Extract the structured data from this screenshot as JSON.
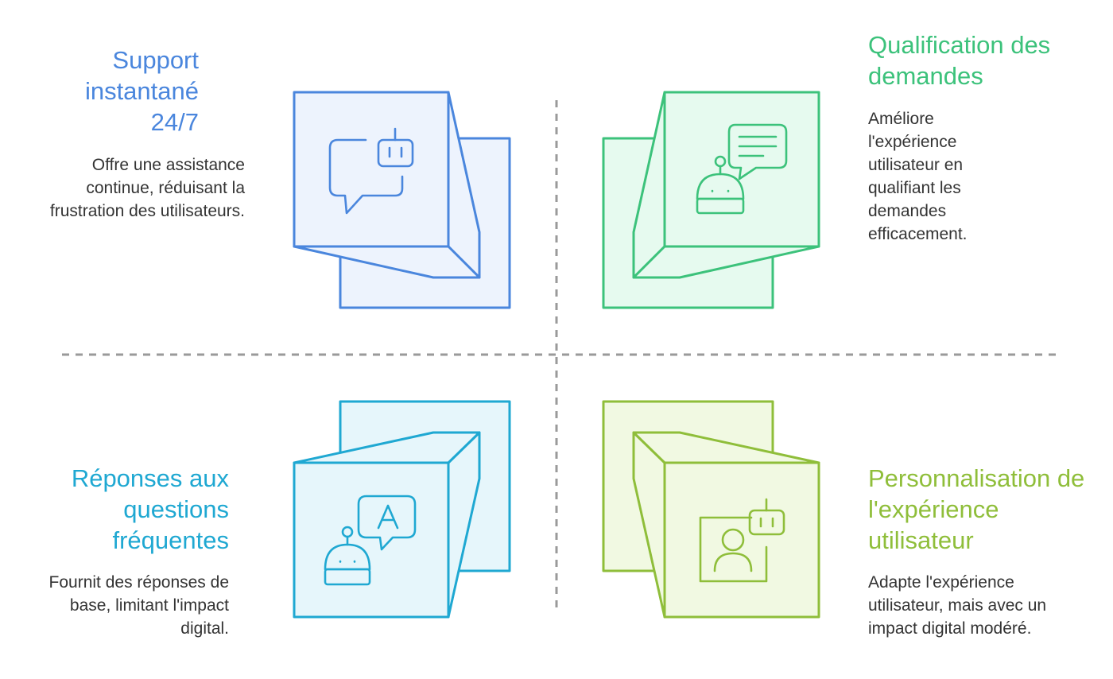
{
  "quadrants": [
    {
      "id": "support",
      "title": "Support instantané 24/7",
      "description": "Offre une assistance continue, réduisant la frustration des utilisateurs.",
      "icon": "chatbot-speech-bubble-icon",
      "color": "#4a86dd"
    },
    {
      "id": "qualification",
      "title": "Qualification des demandes",
      "description": "Améliore l'expérience utilisateur en qualifiant les demandes efficacement.",
      "icon": "robot-chat-message-icon",
      "color": "#3cc27b"
    },
    {
      "id": "faq",
      "title": "Réponses aux questions fréquentes",
      "description": "Fournit des réponses de base, limitant l'impact digital.",
      "icon": "robot-answer-bubble-icon",
      "color": "#1fa8d2"
    },
    {
      "id": "personalisation",
      "title": "Personnalisation de l'expérience utilisateur",
      "description": "Adapte l'expérience utilisateur, mais avec un impact digital modéré.",
      "icon": "user-profile-bot-icon",
      "color": "#8fbe3a"
    }
  ],
  "colors": {
    "axis": "#9a9a9a",
    "blue_fill": "#edf3fd",
    "green_fill": "#e6faef",
    "cyan_fill": "#e6f6fb",
    "lime_fill": "#f1f9e2"
  }
}
